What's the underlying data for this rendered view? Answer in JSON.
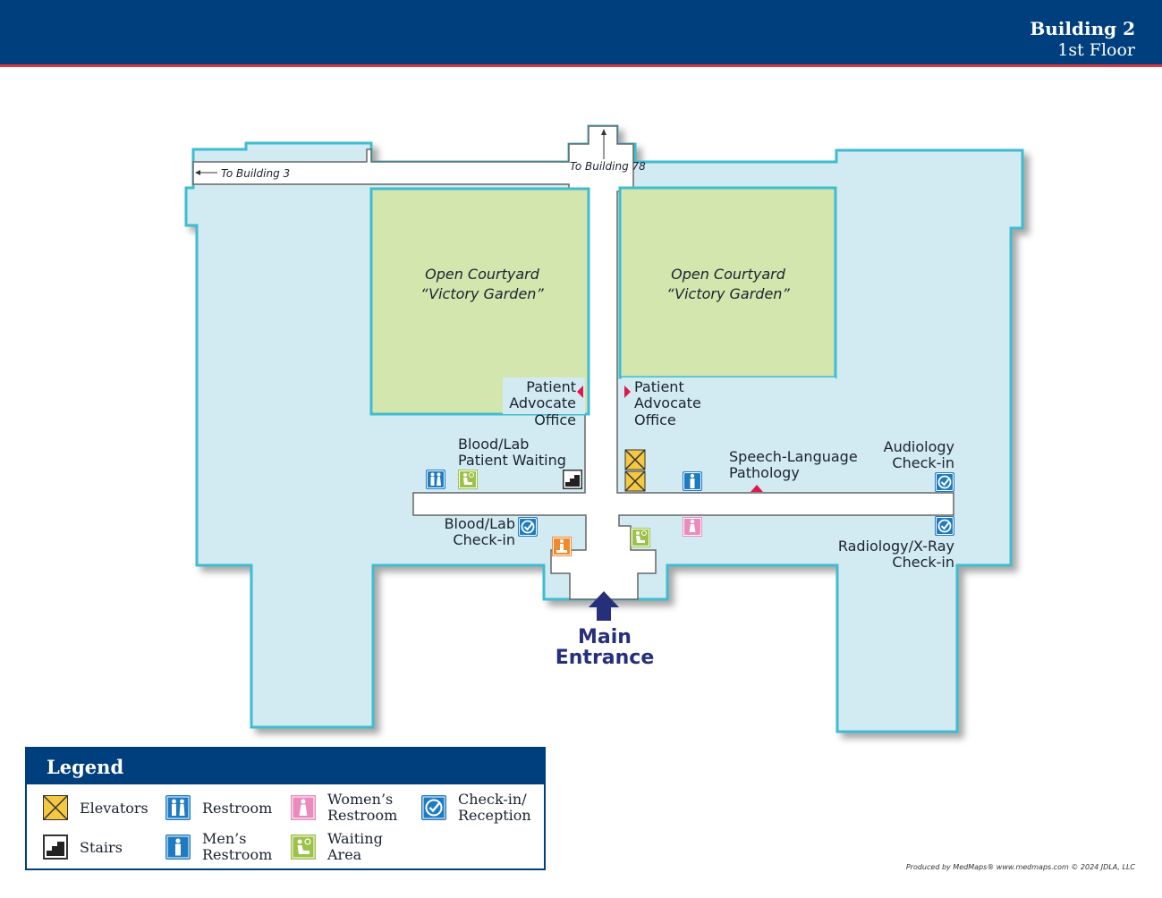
{
  "header": {
    "title": "Building 2",
    "subtitle": "1st Floor"
  },
  "colors": {
    "header": "#003f7d",
    "accent_line": "#e03340",
    "floor": "#d2ebf2",
    "floor_outline": "#3fbcd0",
    "courtyard": "#d3e6ad",
    "elevator": "#f5c842",
    "blue_icon": "#1f7bc1",
    "womens": "#e98bbd",
    "waiting": "#9cc24a",
    "info": "#f08a2e",
    "marker": "#e0174d",
    "entrance": "#26307a"
  },
  "map": {
    "to_building_3": "To Building 3",
    "to_building_78": "To Building 78",
    "courtyard_left": {
      "line1": "Open Courtyard",
      "line2": "“Victory Garden”"
    },
    "courtyard_right": {
      "line1": "Open Courtyard",
      "line2": "“Victory Garden”"
    },
    "patient_advocate_left": [
      "Patient",
      "Advocate",
      "Office"
    ],
    "patient_advocate_right": [
      "Patient",
      "Advocate",
      "Office"
    ],
    "blood_lab_waiting": [
      "Blood/Lab",
      "Patient Waiting"
    ],
    "speech_language": [
      "Speech-Language",
      "Pathology"
    ],
    "audiology": [
      "Audiology",
      "Check-in"
    ],
    "blood_lab_checkin": [
      "Blood/Lab",
      "Check-in"
    ],
    "radiology": [
      "Radiology/X-Ray",
      "Check-in"
    ],
    "main_entrance": [
      "Main",
      "Entrance"
    ]
  },
  "legend": {
    "title": "Legend",
    "items": [
      {
        "icon": "elevator-icon",
        "label1": "Elevators",
        "label2": ""
      },
      {
        "icon": "stairs-icon",
        "label1": "Stairs",
        "label2": ""
      },
      {
        "icon": "restroom-icon",
        "label1": "Restroom",
        "label2": ""
      },
      {
        "icon": "mens-restroom-icon",
        "label1": "Men’s",
        "label2": "Restroom"
      },
      {
        "icon": "womens-restroom-icon",
        "label1": "Women’s",
        "label2": "Restroom"
      },
      {
        "icon": "waiting-area-icon",
        "label1": "Waiting",
        "label2": "Area"
      },
      {
        "icon": "check-in-icon",
        "label1": "Check-in/",
        "label2": "Reception"
      }
    ]
  },
  "credit": "Produced by MedMaps®  www.medmaps.com   © 2024  JDLA, LLC"
}
